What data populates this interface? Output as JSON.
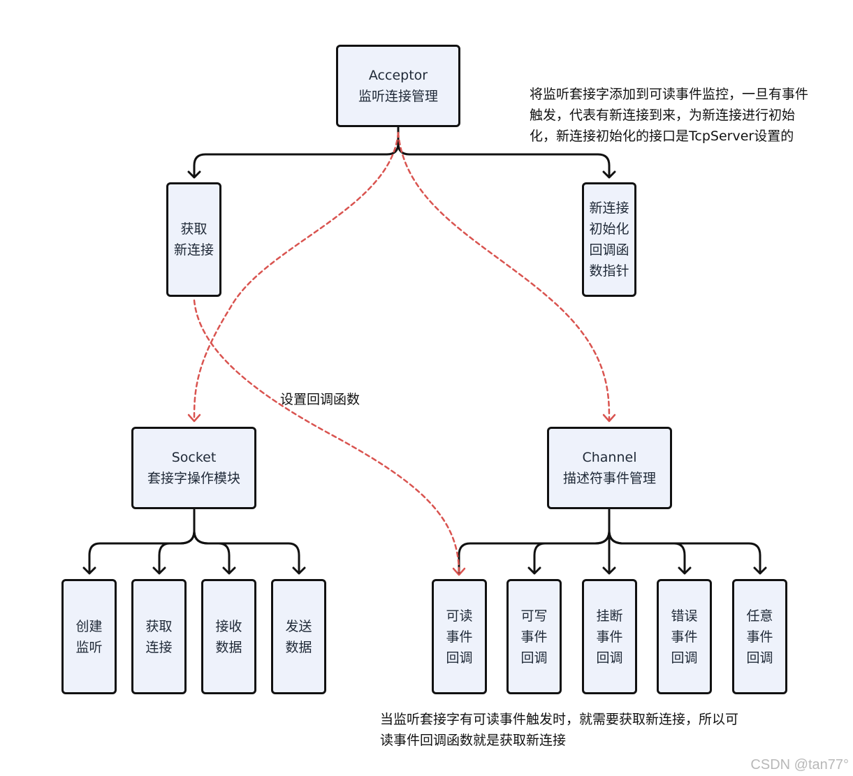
{
  "nodes": {
    "acceptor": {
      "lines": [
        "Acceptor",
        "监听连接管理"
      ]
    },
    "get_conn": {
      "lines": [
        "获取",
        "新连接"
      ]
    },
    "init_cb": {
      "lines": [
        "新连接",
        "初始化",
        "回调函",
        "数指针"
      ]
    },
    "socket": {
      "lines": [
        "Socket",
        "套接字操作模块"
      ]
    },
    "channel": {
      "lines": [
        "Channel",
        "描述符事件管理"
      ]
    },
    "create_listen": {
      "lines": [
        "创建",
        "监听"
      ]
    },
    "get_link": {
      "lines": [
        "获取",
        "连接"
      ]
    },
    "recv_data": {
      "lines": [
        "接收",
        "数据"
      ]
    },
    "send_data": {
      "lines": [
        "发送",
        "数据"
      ]
    },
    "readable_cb": {
      "lines": [
        "可读",
        "事件",
        "回调"
      ]
    },
    "writable_cb": {
      "lines": [
        "可写",
        "事件",
        "回调"
      ]
    },
    "hangup_cb": {
      "lines": [
        "挂断",
        "事件",
        "回调"
      ]
    },
    "error_cb": {
      "lines": [
        "错误",
        "事件",
        "回调"
      ]
    },
    "any_cb": {
      "lines": [
        "任意",
        "事件",
        "回调"
      ]
    }
  },
  "notes": {
    "acceptor_note": [
      "将监听套接字添加到可读事件监控，一旦有事件",
      "触发，代表有新连接到来，为新连接进行初始",
      "化，新连接初始化的接口是TcpServer设置的"
    ],
    "set_callback": [
      "设置回调函数"
    ],
    "readable_note": [
      "当监听套接字有可读事件触发时，就需要获取新连接，所以可",
      "读事件回调函数就是获取新连接"
    ]
  },
  "watermark": "CSDN @tan77°",
  "colors": {
    "node_fill": "#eef2fb",
    "node_border": "#111111",
    "solid_arrow": "#111111",
    "dashed_arrow": "#d9534f"
  }
}
